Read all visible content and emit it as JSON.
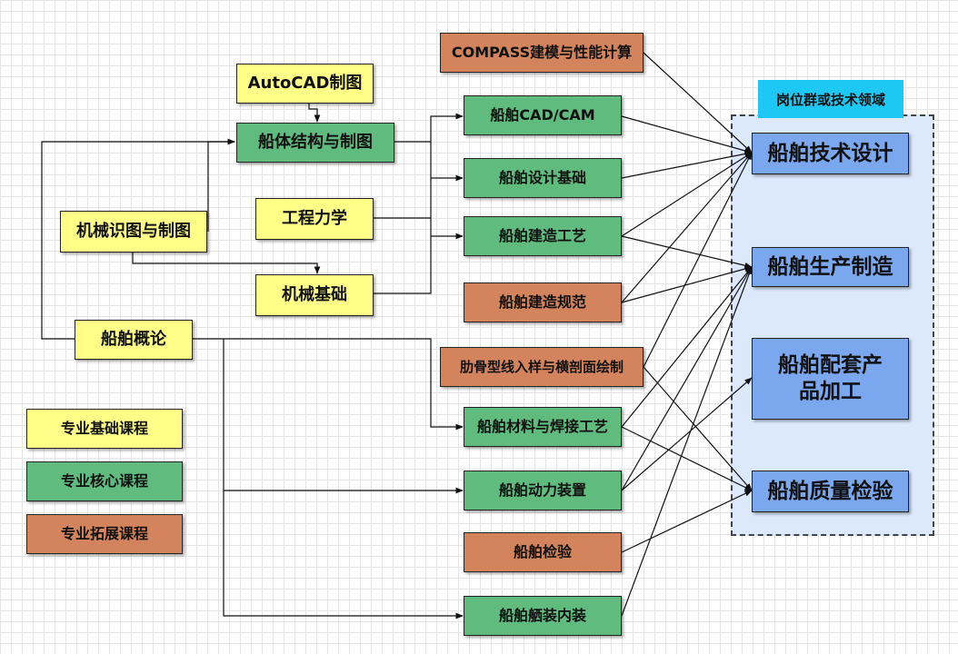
{
  "area_title": "岗位群或技术领域",
  "foundation_courses": {
    "autocad": "AutoCAD制图",
    "hull_structure": "船体结构与制图",
    "engineering_mechanics": "工程力学",
    "mechanical_drawing": "机械识图与制图",
    "mechanical_basics": "机械基础",
    "ship_intro": "船舶概论"
  },
  "core_courses": {
    "cad_cam": "船舶CAD/CAM",
    "design_basics": "船舶设计基础",
    "construction_process": "船舶建造工艺",
    "materials_welding": "船舶材料与焊接工艺",
    "power_plant": "船舶动力装置",
    "outfitting": "船舶舾装内装"
  },
  "extension_courses": {
    "compass": "COMPASS建模与性能计算",
    "construction_rules": "船舶建造规范",
    "rib_lofting": "肋骨型线入样与横剖面绘制",
    "inspection": "船舶检验"
  },
  "targets": {
    "tech_design": "船舶技术设计",
    "production": "船舶生产制造",
    "accessories": "船舶配套产品加工",
    "quality": "船舶质量检验"
  },
  "legend": {
    "foundation": "专业基础课程",
    "core": "专业核心课程",
    "extension": "专业拓展课程"
  },
  "colors": {
    "foundation": "#ffff88",
    "core": "#60bb7f",
    "extension": "#d4845c",
    "target": "#7aa7ee",
    "area_label": "#1ec8f4",
    "area_background": "#dce8fc"
  }
}
